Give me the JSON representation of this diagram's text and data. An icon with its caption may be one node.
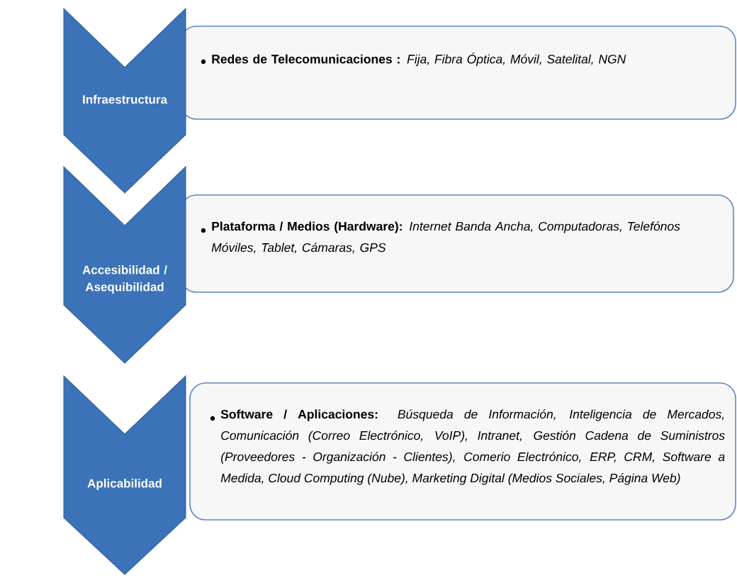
{
  "diagram": {
    "nodes": [
      {
        "text": [
          "Infraestructura"
        ]
      },
      {
        "text": [
          "**Redes de Telecomunicaciones :** *Fija, Fibra Óptica, Móvil, Satelital, NGN*"
        ]
      },
      {
        "text": [
          "Accesibilidad / Asequibilidad"
        ]
      },
      {
        "text": [
          "**Plataforma / Medios (Hardware):** *Internet Banda Ancha, Computadoras, Telefónos Móviles, Tablet, Cámaras, GPS*"
        ]
      },
      {
        "text": [
          "Aplicabilidad"
        ]
      },
      {
        "text": [
          "**Software / Aplicaciones:** *Búsqueda de Información, Inteligencia de Mercados, Comunicación (Correo Electrónico, VoIP), Intranet, Gestión Cadena de Suministros (Proveedores - Organización - Clientes), Comerio Electrónico, ERP, CRM, Software a Medida, Cloud Computing (Nube), Marketing Digital (Medios Sociales, Página Web)*"
        ]
      }
    ]
  }
}
